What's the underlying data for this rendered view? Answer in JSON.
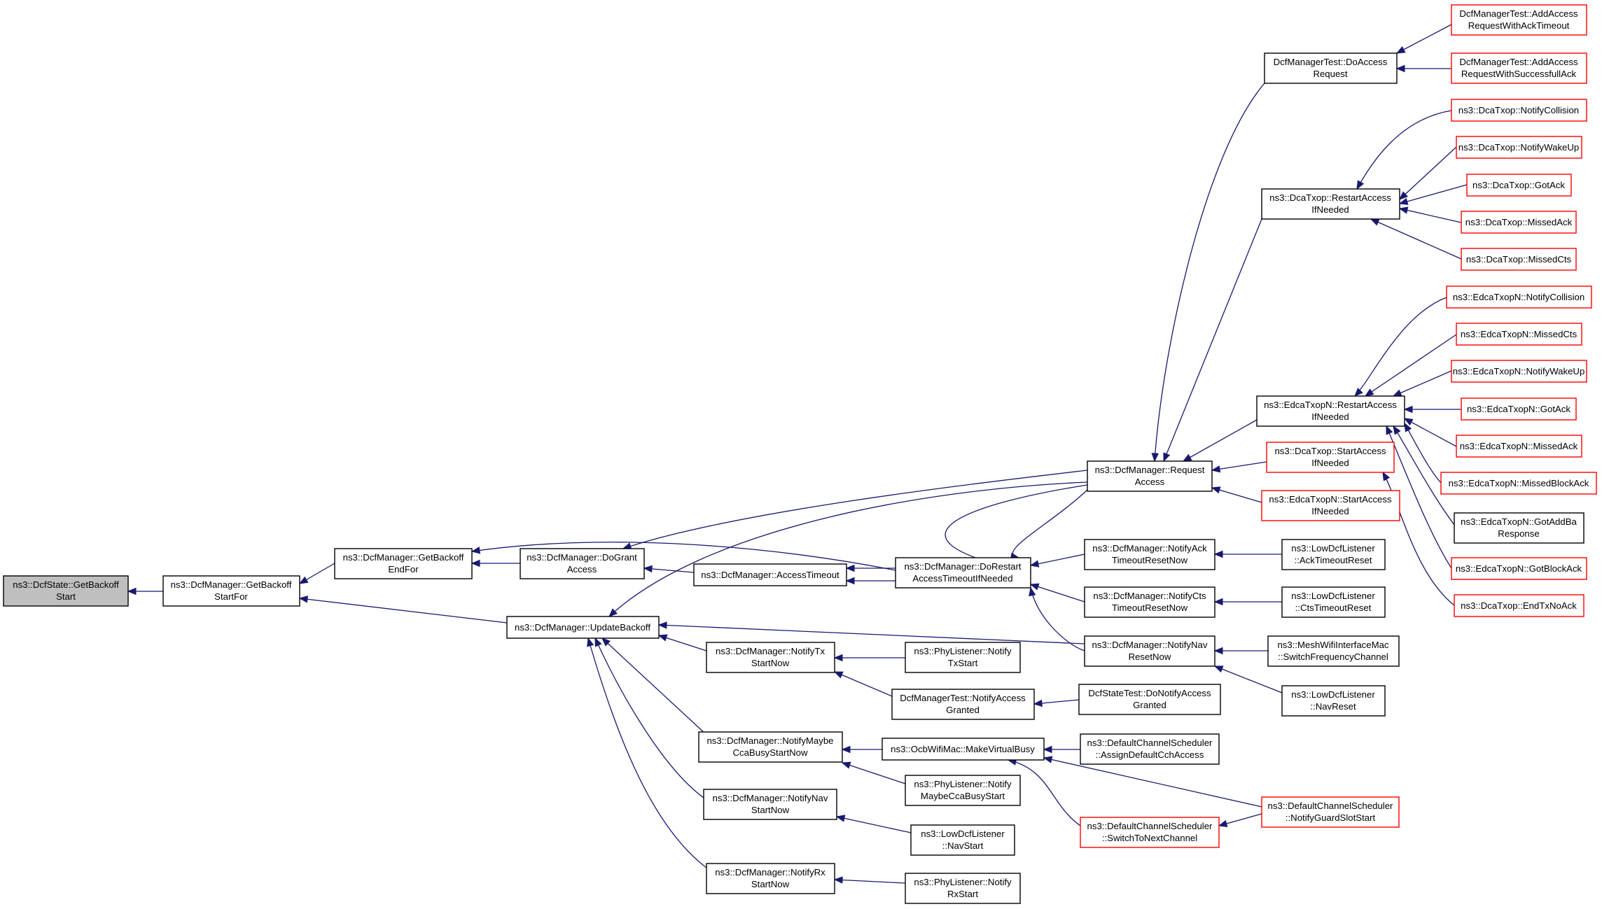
{
  "colors": {
    "edge": "#191970",
    "node_border_normal": "#000000",
    "node_border_truncated": "#ff0000",
    "root_fill": "#bfbfbf",
    "node_fill": "#ffffff"
  },
  "nodes": {
    "n_root": {
      "lines": [
        "ns3::DcfState::GetBackoff",
        "Start"
      ],
      "style": "root"
    },
    "n_bsf": {
      "lines": [
        "ns3::DcfManager::GetBackoff",
        "StartFor"
      ],
      "style": "normal"
    },
    "n_bef": {
      "lines": [
        "ns3::DcfManager::GetBackoff",
        "EndFor"
      ],
      "style": "normal"
    },
    "n_ub": {
      "lines": [
        "ns3::DcfManager::UpdateBackoff"
      ],
      "style": "normal"
    },
    "n_dga": {
      "lines": [
        "ns3::DcfManager::DoGrant",
        "Access"
      ],
      "style": "normal"
    },
    "n_at": {
      "lines": [
        "ns3::DcfManager::AccessTimeout"
      ],
      "style": "normal"
    },
    "n_dra": {
      "lines": [
        "ns3::DcfManager::DoRestart",
        "AccessTimeoutIfNeeded"
      ],
      "style": "normal"
    },
    "n_ra": {
      "lines": [
        "ns3::DcfManager::Request",
        "Access"
      ],
      "style": "normal"
    },
    "n_ntx": {
      "lines": [
        "ns3::DcfManager::NotifyTx",
        "StartNow"
      ],
      "style": "normal"
    },
    "n_nmcb": {
      "lines": [
        "ns3::DcfManager::NotifyMaybe",
        "CcaBusyStartNow"
      ],
      "style": "normal"
    },
    "n_nnav": {
      "lines": [
        "ns3::DcfManager::NotifyNav",
        "StartNow"
      ],
      "style": "normal"
    },
    "n_nrx": {
      "lines": [
        "ns3::DcfManager::NotifyRx",
        "StartNow"
      ],
      "style": "normal"
    },
    "n_plntx": {
      "lines": [
        "ns3::PhyListener::Notify",
        "TxStart"
      ],
      "style": "normal"
    },
    "n_dmtnag": {
      "lines": [
        "DcfManagerTest::NotifyAccess",
        "Granted"
      ],
      "style": "normal"
    },
    "n_omvb": {
      "lines": [
        "ns3::OcbWifiMac::MakeVirtualBusy"
      ],
      "style": "normal"
    },
    "n_plnmcb": {
      "lines": [
        "ns3::PhyListener::Notify",
        "MaybeCcaBusyStart"
      ],
      "style": "normal"
    },
    "n_ldlns": {
      "lines": [
        "ns3::LowDcfListener",
        "::NavStart"
      ],
      "style": "normal"
    },
    "n_plnrx": {
      "lines": [
        "ns3::PhyListener::Notify",
        "RxStart"
      ],
      "style": "normal"
    },
    "n_natr": {
      "lines": [
        "ns3::DcfManager::NotifyAck",
        "TimeoutResetNow"
      ],
      "style": "normal"
    },
    "n_nctr": {
      "lines": [
        "ns3::DcfManager::NotifyCts",
        "TimeoutResetNow"
      ],
      "style": "normal"
    },
    "n_nnr": {
      "lines": [
        "ns3::DcfManager::NotifyNav",
        "ResetNow"
      ],
      "style": "normal"
    },
    "n_dstdna": {
      "lines": [
        "DcfStateTest::DoNotifyAccess",
        "Granted"
      ],
      "style": "normal"
    },
    "n_dcsadc": {
      "lines": [
        "ns3::DefaultChannelScheduler",
        "::AssignDefaultCchAccess"
      ],
      "style": "normal"
    },
    "n_dcsstn": {
      "lines": [
        "ns3::DefaultChannelScheduler",
        "::SwitchToNextChannel"
      ],
      "style": "truncated"
    },
    "n_ldlat": {
      "lines": [
        "ns3::LowDcfListener",
        "::AckTimeoutReset"
      ],
      "style": "normal"
    },
    "n_ldlct": {
      "lines": [
        "ns3::LowDcfListener",
        "::CtsTimeoutReset"
      ],
      "style": "normal"
    },
    "n_mwsfc": {
      "lines": [
        "ns3::MeshWifiInterfaceMac",
        "::SwitchFrequencyChannel"
      ],
      "style": "normal"
    },
    "n_ldlnr": {
      "lines": [
        "ns3::LowDcfListener",
        "::NavReset"
      ],
      "style": "normal"
    },
    "n_dcsngs": {
      "lines": [
        "ns3::DefaultChannelScheduler",
        "::NotifyGuardSlotStart"
      ],
      "style": "truncated"
    },
    "n_dmtdar": {
      "lines": [
        "DcfManagerTest::DoAccess",
        "Request"
      ],
      "style": "normal"
    },
    "n_dtrai": {
      "lines": [
        "ns3::DcaTxop::RestartAccess",
        "IfNeeded"
      ],
      "style": "normal"
    },
    "n_etrai": {
      "lines": [
        "ns3::EdcaTxopN::RestartAccess",
        "IfNeeded"
      ],
      "style": "normal"
    },
    "n_dtsai": {
      "lines": [
        "ns3::DcaTxop::StartAccess",
        "IfNeeded"
      ],
      "style": "truncated"
    },
    "n_etsai": {
      "lines": [
        "ns3::EdcaTxopN::StartAccess",
        "IfNeeded"
      ],
      "style": "truncated"
    },
    "n_dmtarat": {
      "lines": [
        "DcfManagerTest::AddAccess",
        "RequestWithAckTimeout"
      ],
      "style": "truncated"
    },
    "n_dmtarsa": {
      "lines": [
        "DcfManagerTest::AddAccess",
        "RequestWithSuccessfullAck"
      ],
      "style": "truncated"
    },
    "n_dtnc": {
      "lines": [
        "ns3::DcaTxop::NotifyCollision"
      ],
      "style": "truncated"
    },
    "n_dtnw": {
      "lines": [
        "ns3::DcaTxop::NotifyWakeUp"
      ],
      "style": "truncated"
    },
    "n_dtga": {
      "lines": [
        "ns3::DcaTxop::GotAck"
      ],
      "style": "truncated"
    },
    "n_dtma": {
      "lines": [
        "ns3::DcaTxop::MissedAck"
      ],
      "style": "truncated"
    },
    "n_dtmc": {
      "lines": [
        "ns3::DcaTxop::MissedCts"
      ],
      "style": "truncated"
    },
    "n_etnc": {
      "lines": [
        "ns3::EdcaTxopN::NotifyCollision"
      ],
      "style": "truncated"
    },
    "n_etmc": {
      "lines": [
        "ns3::EdcaTxopN::MissedCts"
      ],
      "style": "truncated"
    },
    "n_etnw": {
      "lines": [
        "ns3::EdcaTxopN::NotifyWakeUp"
      ],
      "style": "truncated"
    },
    "n_etga": {
      "lines": [
        "ns3::EdcaTxopN::GotAck"
      ],
      "style": "truncated"
    },
    "n_etma": {
      "lines": [
        "ns3::EdcaTxopN::MissedAck"
      ],
      "style": "truncated"
    },
    "n_etmba": {
      "lines": [
        "ns3::EdcaTxopN::MissedBlockAck"
      ],
      "style": "truncated"
    },
    "n_etgabr": {
      "lines": [
        "ns3::EdcaTxopN::GotAddBa",
        "Response"
      ],
      "style": "normal"
    },
    "n_etgba": {
      "lines": [
        "ns3::EdcaTxopN::GotBlockAck"
      ],
      "style": "truncated"
    },
    "n_dtetna": {
      "lines": [
        "ns3::DcaTxop::EndTxNoAck"
      ],
      "style": "truncated"
    }
  }
}
